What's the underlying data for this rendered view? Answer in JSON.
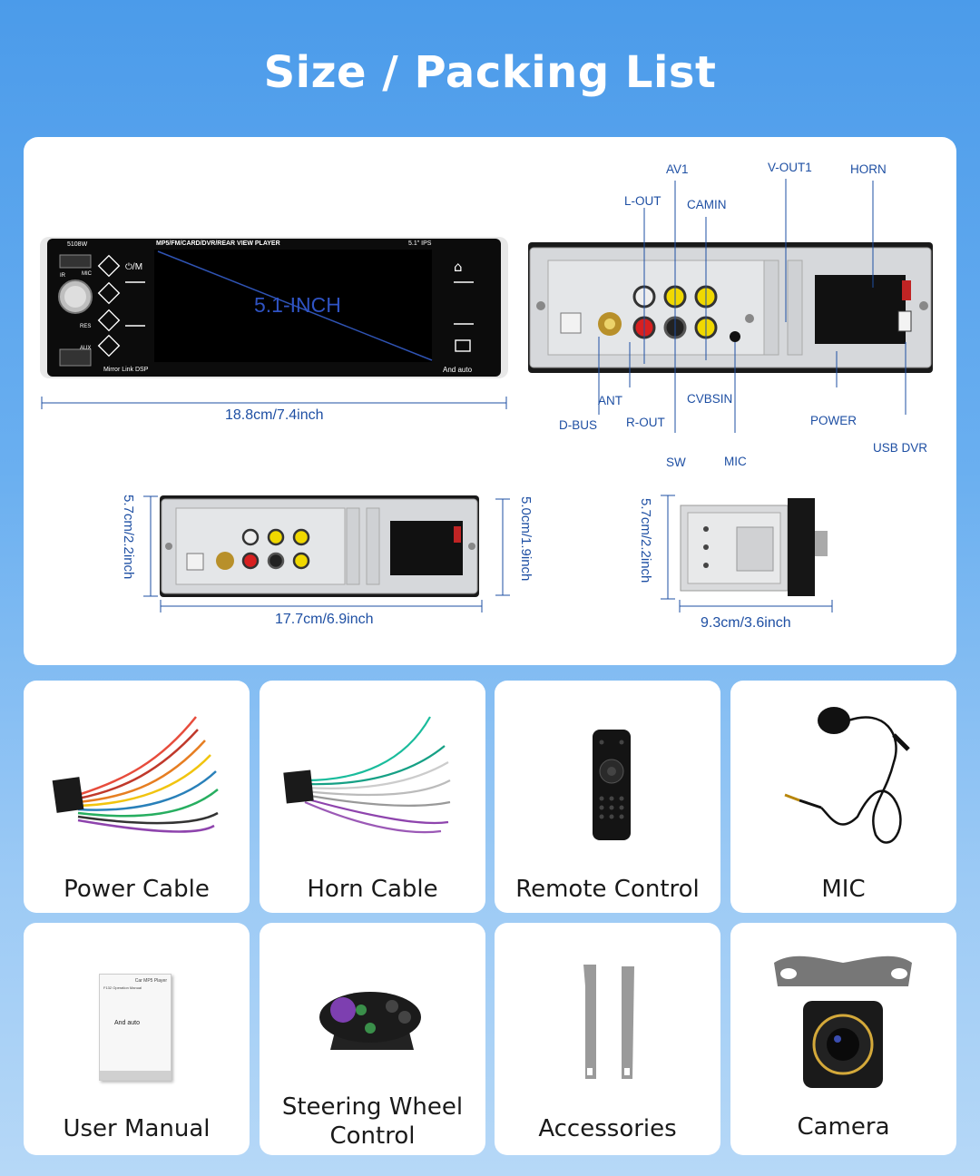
{
  "title": "Size / Packing List",
  "front": {
    "model": "5108W",
    "header": "MP5/FM/CARD/DVR/REAR VIEW PLAYER",
    "screen_size_tag": "5.1\"  IPS",
    "screen_label": "5.1-INCH",
    "footer_left": "Mirror Link  DSP",
    "brand": "And auto",
    "btn_power": "⏻/M",
    "knob_labels": {
      "ir": "IR",
      "mic": "MIC",
      "res": "RES",
      "aux": "AUX"
    },
    "width_dim": "18.8cm/7.4inch"
  },
  "rear": {
    "labels": {
      "av1": "AV1",
      "lout": "L-OUT",
      "camin": "CAMIN",
      "vout1": "V-OUT1",
      "horn": "HORN",
      "ant": "ANT",
      "dbus": "D-BUS",
      "rout": "R-OUT",
      "cvbsin": "CVBSIN",
      "sw": "SW",
      "mic": "MIC",
      "power": "POWER",
      "usbdvr": "USB DVR"
    }
  },
  "back_view": {
    "height_left": "5.7cm/2.2inch",
    "height_right": "5.0cm/1.9inch",
    "width": "17.7cm/6.9inch"
  },
  "side_view": {
    "height": "5.7cm/2.2inch",
    "depth": "9.3cm/3.6inch"
  },
  "packing_list": [
    {
      "label": "Power Cable",
      "icon": "power-cable-image"
    },
    {
      "label": "Horn Cable",
      "icon": "horn-cable-image"
    },
    {
      "label": "Remote Control",
      "icon": "remote-control-image"
    },
    {
      "label": "MIC",
      "icon": "mic-image"
    },
    {
      "label": "User Manual",
      "icon": "user-manual-image",
      "manual_title": "Car MP5 Player",
      "manual_sub": "F132 Operation Manual",
      "manual_brand": "And auto"
    },
    {
      "label_line1": "Steering Wheel",
      "label_line2": "Control",
      "icon": "steering-wheel-control-image"
    },
    {
      "label": "Accessories",
      "icon": "removal-keys-image"
    },
    {
      "label": "Camera",
      "icon": "camera-image"
    }
  ],
  "colors": {
    "accent_blue": "#1e4fa3",
    "bg_top": "#4b9bea",
    "bg_bottom": "#b6d8f7"
  }
}
